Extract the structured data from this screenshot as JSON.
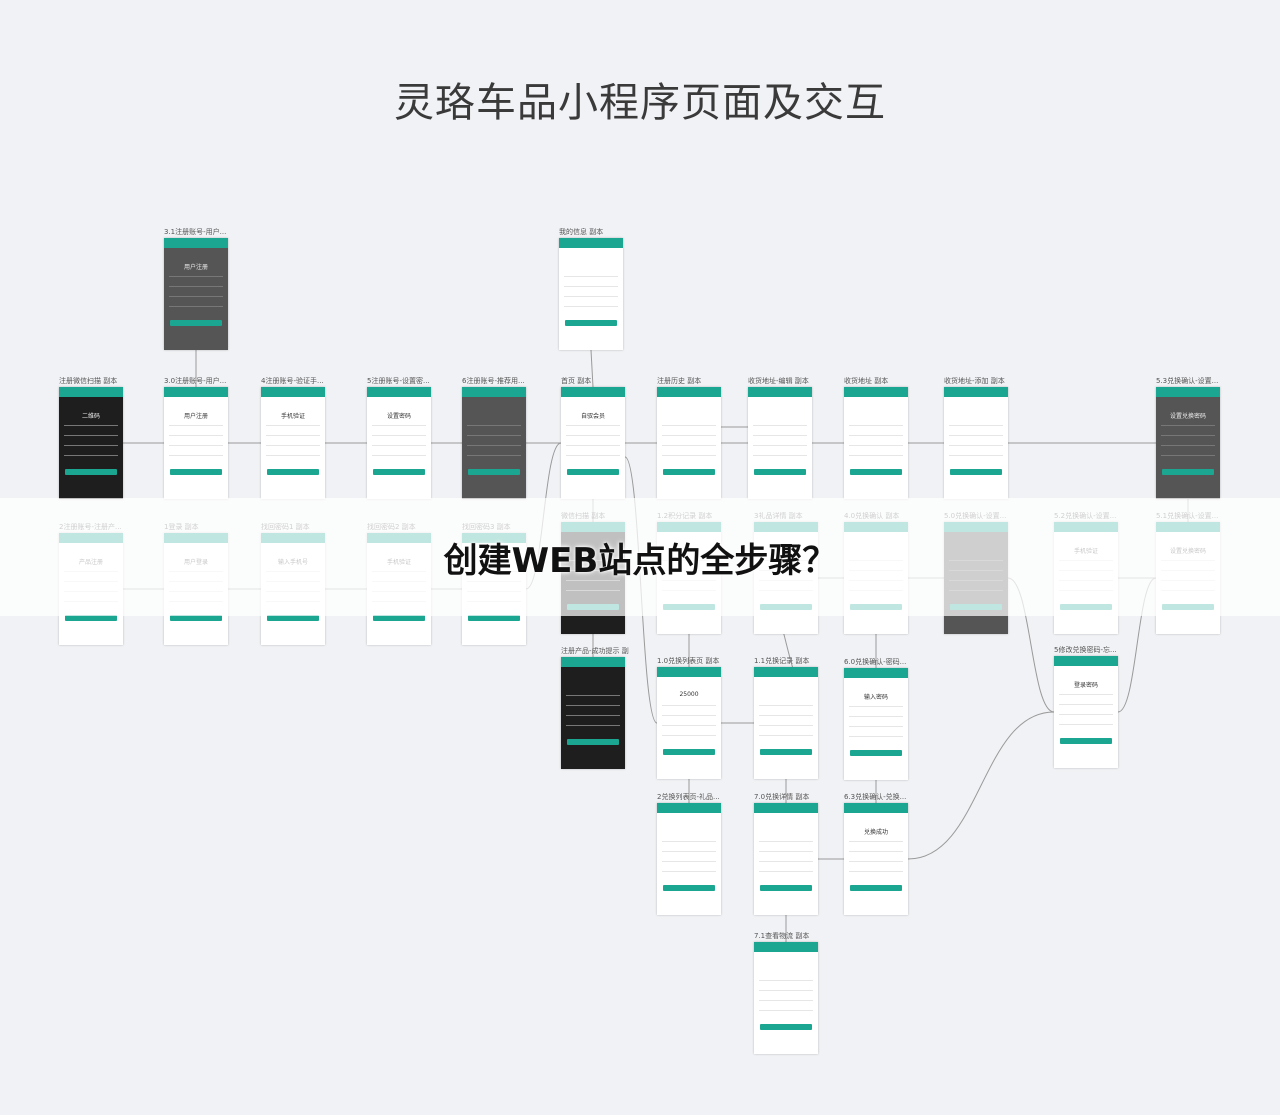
{
  "title": "灵珞车品小程序页面及交互",
  "overlay_text": "创建WEB站点的全步骤？",
  "colors": {
    "accent": "#1aa690",
    "background": "#f1f2f5"
  },
  "frames": [
    {
      "id": "f1",
      "label": "3.1注册账号-用户...",
      "head": "用户注册",
      "style": "dark"
    },
    {
      "id": "f2",
      "label": "我的信息 副本",
      "head": "",
      "style": "light"
    },
    {
      "id": "f3",
      "label": "注册微信扫描 副本",
      "head": "二维码",
      "style": "black"
    },
    {
      "id": "f4",
      "label": "3.0注册账号-用户...",
      "head": "用户注册",
      "style": "light"
    },
    {
      "id": "f5",
      "label": "4注册账号-验证手...",
      "head": "手机验证",
      "style": "light"
    },
    {
      "id": "f6",
      "label": "5注册账号-设置密...",
      "head": "设置密码",
      "style": "light"
    },
    {
      "id": "f7",
      "label": "6注册账号-推荐用...",
      "head": "",
      "style": "dark"
    },
    {
      "id": "f8",
      "label": "首页 副本",
      "head": "自驭会员",
      "style": "light"
    },
    {
      "id": "f9",
      "label": "注册历史 副本",
      "head": "",
      "style": "light"
    },
    {
      "id": "f10",
      "label": "收货地址-编辑 副本",
      "head": "",
      "style": "light"
    },
    {
      "id": "f11",
      "label": "收货地址 副本",
      "head": "",
      "style": "light"
    },
    {
      "id": "f12",
      "label": "收货地址-添加 副本",
      "head": "",
      "style": "light"
    },
    {
      "id": "f13",
      "label": "5.3兑换确认-设置...",
      "head": "设置兑换密码",
      "style": "dark"
    },
    {
      "id": "f14",
      "label": "2注册账号-注册产...",
      "head": "产品注册",
      "style": "light"
    },
    {
      "id": "f15",
      "label": "1登录 副本",
      "head": "用户登录",
      "style": "light"
    },
    {
      "id": "f16",
      "label": "找回密码1 副本",
      "head": "输入手机号",
      "style": "light"
    },
    {
      "id": "f17",
      "label": "找回密码2 副本",
      "head": "手机验证",
      "style": "light"
    },
    {
      "id": "f18",
      "label": "找回密码3 副本",
      "head": "",
      "style": "light"
    },
    {
      "id": "f19",
      "label": "微信扫描 副本",
      "head": "",
      "style": "black"
    },
    {
      "id": "f20",
      "label": "1.2积分记录 副本",
      "head": "",
      "style": "light"
    },
    {
      "id": "f21",
      "label": "3礼品详情 副本",
      "head": "",
      "style": "light"
    },
    {
      "id": "f22",
      "label": "4.0兑换确认 副本",
      "head": "",
      "style": "light"
    },
    {
      "id": "f23",
      "label": "5.0兑换确认-设置...",
      "head": "",
      "style": "dark"
    },
    {
      "id": "f24",
      "label": "5.2兑换确认-设置...",
      "head": "手机验证",
      "style": "light"
    },
    {
      "id": "f25",
      "label": "5.1兑换确认-设置...",
      "head": "设置兑换密码",
      "style": "light"
    },
    {
      "id": "f26",
      "label": "注册产品-成功提示 副本",
      "head": "",
      "style": "black"
    },
    {
      "id": "f27",
      "label": "1.0兑换列表页 副本",
      "head": "25000",
      "style": "light"
    },
    {
      "id": "f28",
      "label": "1.1兑换记录 副本",
      "head": "",
      "style": "light"
    },
    {
      "id": "f29",
      "label": "6.0兑换确认-密码...",
      "head": "输入密码",
      "style": "light"
    },
    {
      "id": "f30",
      "label": "5修改兑换密码-忘...",
      "head": "登录密码",
      "style": "light"
    },
    {
      "id": "f31",
      "label": "2兑换列表页-礼品...",
      "head": "",
      "style": "light"
    },
    {
      "id": "f32",
      "label": "7.0兑换详情 副本",
      "head": "",
      "style": "light"
    },
    {
      "id": "f33",
      "label": "6.3兑换确认-兑换...",
      "head": "兑换成功",
      "style": "light"
    },
    {
      "id": "f34",
      "label": "7.1查看物流 副本",
      "head": "",
      "style": "light"
    }
  ]
}
